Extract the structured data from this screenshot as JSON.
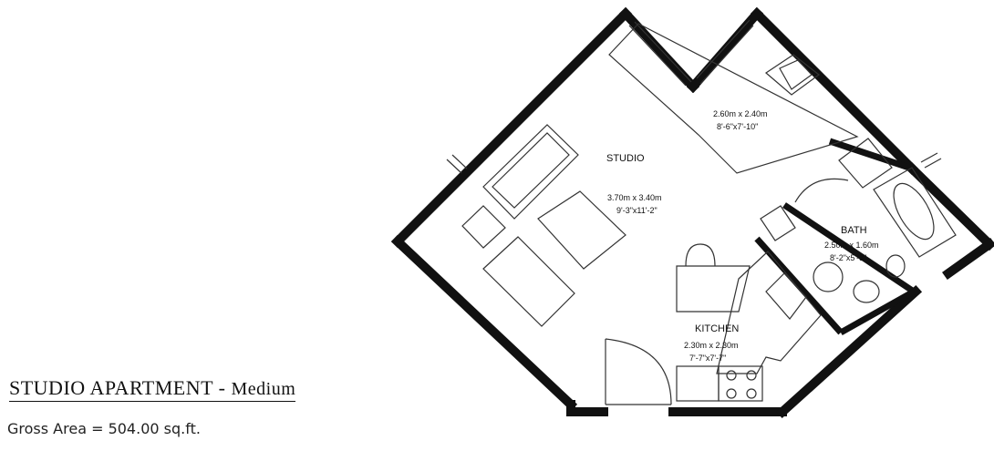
{
  "heading": {
    "title": "STUDIO APARTMENT",
    "separator": " - ",
    "variant": "Medium"
  },
  "gross_area": "Gross Area = 504.00 sq.ft.",
  "rooms": {
    "studio": {
      "name": "STUDIO",
      "dim_metric": "3.70m x 3.40m",
      "dim_imperial": "9'-3\"x11'-2\""
    },
    "bedroom": {
      "dim_metric": "2.60m x 2.40m",
      "dim_imperial": "8'-6\"x7'-10\""
    },
    "bath": {
      "name": "BATH",
      "dim_metric": "2.50m x 1.60m",
      "dim_imperial": "8'-2\"x5'-3\""
    },
    "kitchen": {
      "name": "KITCHEN",
      "dim_metric": "2.30m x 2.30m",
      "dim_imperial": "7'-7\"x7'-7\""
    }
  },
  "colors": {
    "wall": "#111111",
    "line": "#222222",
    "background": "#ffffff"
  }
}
